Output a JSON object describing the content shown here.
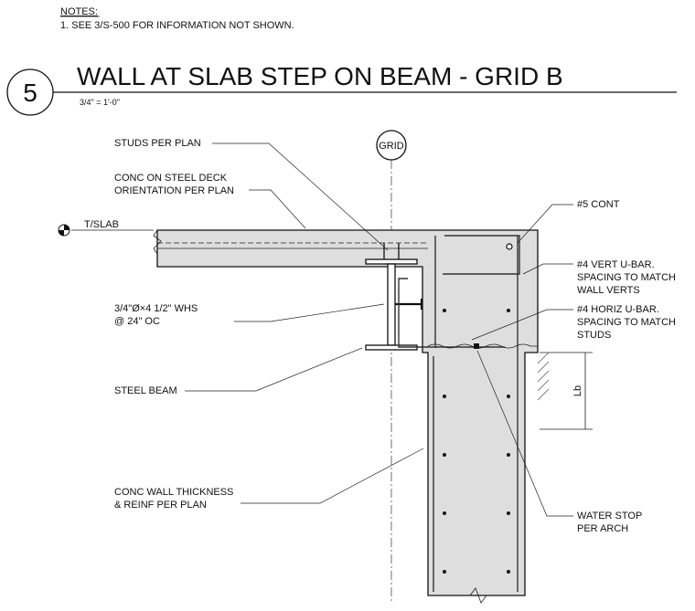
{
  "notes": {
    "heading": "NOTES:",
    "items": [
      "1.   SEE  3/S-500   FOR INFORMATION NOT SHOWN."
    ]
  },
  "detail": {
    "number": "5",
    "title": "WALL AT SLAB STEP ON BEAM - GRID B",
    "scale": "3/4\" = 1'-0\""
  },
  "grid_bubble": "GRID",
  "elevation_marker": "T/SLAB",
  "dimension": "Lb",
  "callouts_left": {
    "studs": "STUDS PER PLAN",
    "deck_1": "CONC ON STEEL DECK",
    "deck_2": "ORIENTATION PER PLAN",
    "whs_1": "3/4\"Ø×4 1/2\" WHS",
    "whs_2": "@ 24\" OC",
    "beam": "STEEL BEAM",
    "wall_1": "CONC WALL THICKNESS",
    "wall_2": "& REINF PER PLAN"
  },
  "callouts_right": {
    "cont": "#5 CONT",
    "vert_1": "#4 VERT U-BAR.",
    "vert_2": "SPACING TO MATCH",
    "vert_3": "WALL VERTS",
    "horiz_1": "#4 HORIZ U-BAR.",
    "horiz_2": "SPACING TO MATCH",
    "horiz_3": "STUDS",
    "water_1": "WATER STOP",
    "water_2": "PER ARCH"
  }
}
